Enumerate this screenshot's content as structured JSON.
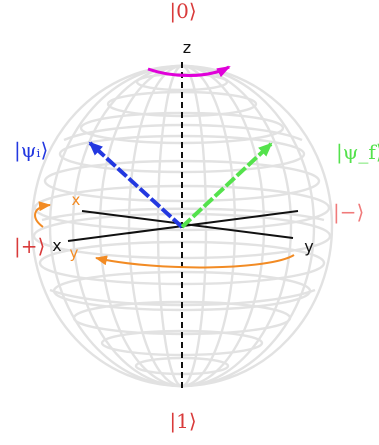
{
  "labels": {
    "ket_zero": "|0⟩",
    "ket_one": "|1⟩",
    "ket_plus": "|+⟩",
    "ket_minus": "|−⟩",
    "psi_i": "|ψᵢ⟩",
    "psi_f": "|ψ_f⟩",
    "axis_z": "z",
    "axis_x": "x",
    "axis_y": "y",
    "rotated_x": "x",
    "rotated_y": "y"
  },
  "colors": {
    "zero": "#d93a3a",
    "one": "#d93a3a",
    "plus": "#d93a3a",
    "minus": "#f07a7a",
    "psi_i": "#2338e0",
    "psi_f": "#54e24c",
    "rotation_z": "#e000d9",
    "rotation_xy": "#f28b24",
    "grid": "#e2e2e2",
    "axis": "#111111"
  }
}
